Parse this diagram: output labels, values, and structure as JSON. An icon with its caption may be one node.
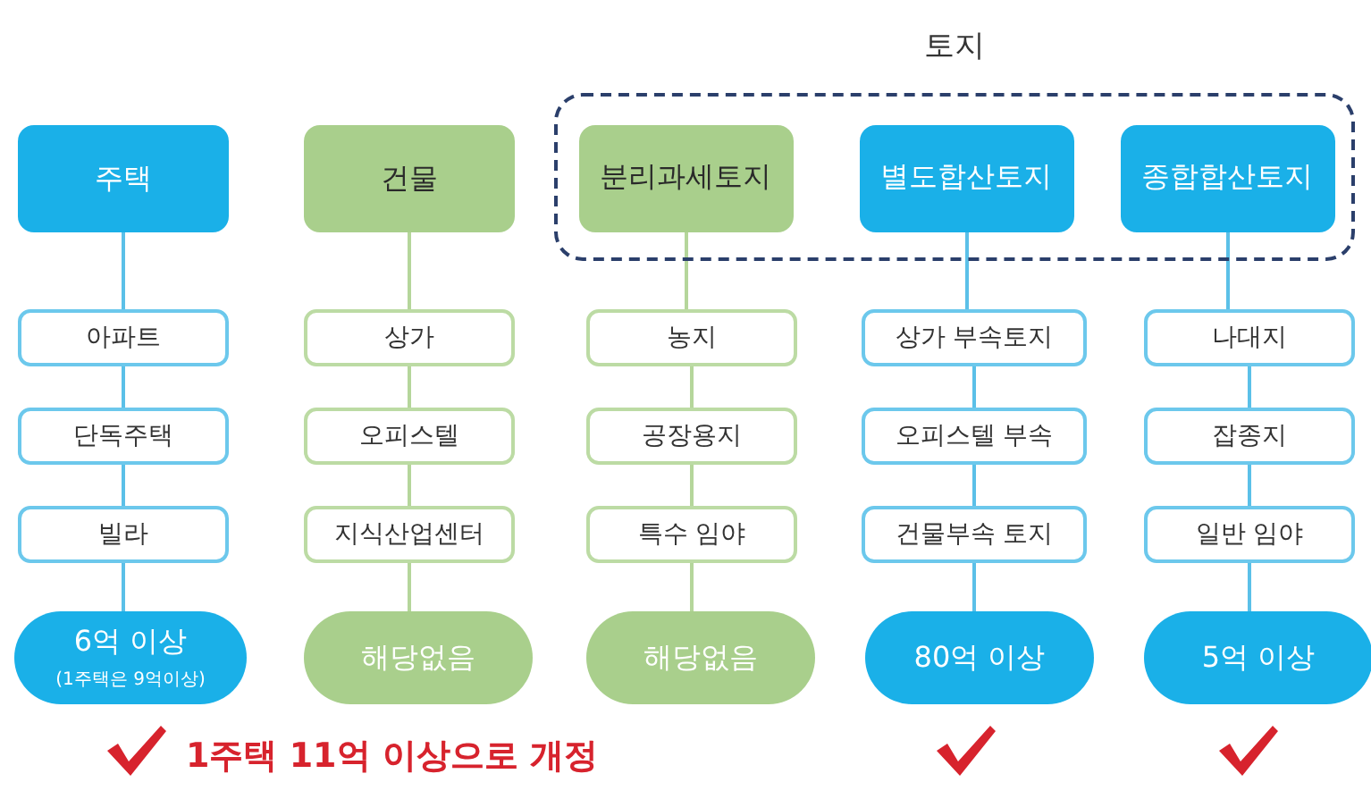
{
  "diagram": {
    "nodes": [
      {
        "text": [
          "주택"
        ]
      },
      {
        "text": [
          "건물"
        ]
      },
      {
        "text": [
          "토지"
        ]
      },
      {
        "text": [
          "분리과세토지"
        ],
        "in": 2
      },
      {
        "text": [
          "별도합산토지"
        ],
        "in": 2
      },
      {
        "text": [
          "종합합산토지"
        ],
        "in": 2
      },
      {
        "text": [
          "아파트"
        ]
      },
      {
        "text": [
          "단독주택"
        ]
      },
      {
        "text": [
          "빌라"
        ]
      },
      {
        "text": [
          "상가"
        ]
      },
      {
        "text": [
          "오피스텔"
        ]
      },
      {
        "text": [
          "지식산업센터"
        ]
      },
      {
        "text": [
          "농지"
        ]
      },
      {
        "text": [
          "공장용지"
        ]
      },
      {
        "text": [
          "특수 임야"
        ]
      },
      {
        "text": [
          "상가 부속토지"
        ]
      },
      {
        "text": [
          "오피스텔 부속"
        ]
      },
      {
        "text": [
          "건물부속 토지"
        ]
      },
      {
        "text": [
          "나대지"
        ]
      },
      {
        "text": [
          "잡종지"
        ]
      },
      {
        "text": [
          "일반 임야"
        ]
      },
      {
        "text": [
          "6억 이상",
          "(1주택은 9억이상)"
        ]
      },
      {
        "text": [
          "해당없음"
        ]
      },
      {
        "text": [
          "해당없음"
        ]
      },
      {
        "text": [
          "80억 이상"
        ]
      },
      {
        "text": [
          "5억 이상"
        ]
      }
    ],
    "edges": [
      {
        "from": 0,
        "to": 6,
        "arrow": "none"
      },
      {
        "from": 6,
        "to": 7,
        "arrow": "none"
      },
      {
        "from": 7,
        "to": 8,
        "arrow": "none"
      },
      {
        "from": 8,
        "to": 21,
        "arrow": "none"
      },
      {
        "from": 1,
        "to": 9,
        "arrow": "none",
        "color": "#b5d69b"
      },
      {
        "from": 9,
        "to": 10,
        "arrow": "none",
        "color": "#b5d69b"
      },
      {
        "from": 10,
        "to": 11,
        "arrow": "none",
        "color": "#b5d69b"
      },
      {
        "from": 11,
        "to": 22,
        "arrow": "none",
        "color": "#b5d69b"
      },
      {
        "from": 3,
        "to": 12,
        "arrow": "none",
        "color": "#b5d69b"
      },
      {
        "from": 12,
        "to": 13,
        "arrow": "none",
        "color": "#b5d69b"
      },
      {
        "from": 13,
        "to": 14,
        "arrow": "none",
        "color": "#b5d69b"
      },
      {
        "from": 14,
        "to": 23,
        "arrow": "none",
        "color": "#b5d69b"
      },
      {
        "from": 4,
        "to": 15,
        "arrow": "none"
      },
      {
        "from": 15,
        "to": 16,
        "arrow": "none"
      },
      {
        "from": 16,
        "to": 17,
        "arrow": "none"
      },
      {
        "from": 17,
        "to": 24,
        "arrow": "none"
      },
      {
        "from": 5,
        "to": 18,
        "arrow": "none"
      },
      {
        "from": 18,
        "to": 19,
        "arrow": "none"
      },
      {
        "from": 19,
        "to": 20,
        "arrow": "none"
      },
      {
        "from": 20,
        "to": 25,
        "arrow": "none"
      }
    ],
    "labels": [
      "1주택 11억 이상으로 개정"
    ]
  }
}
